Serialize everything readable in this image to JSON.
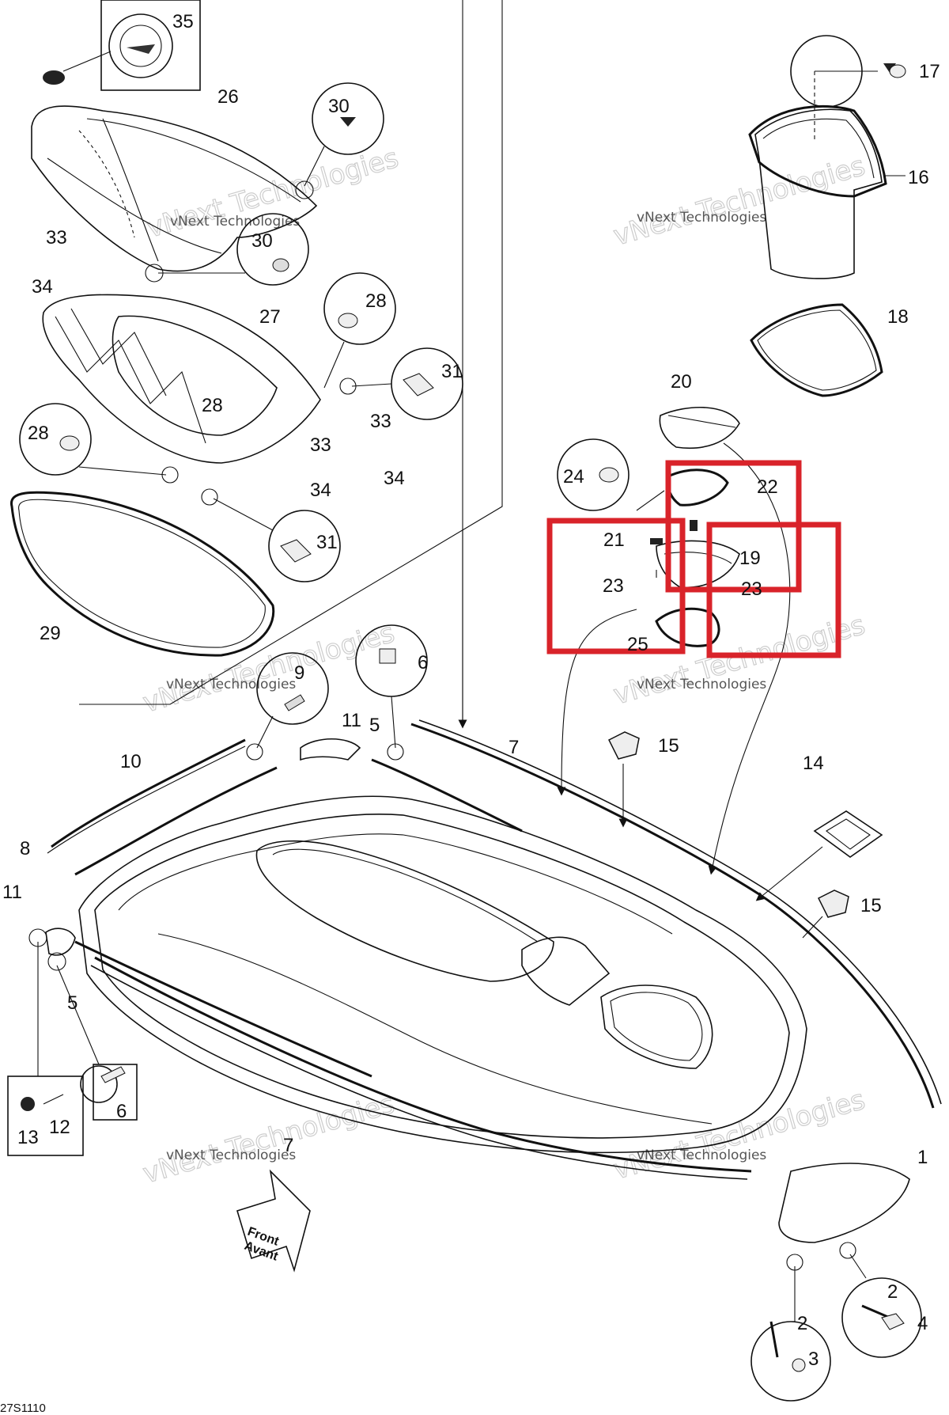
{
  "diagram_code": "27S1110",
  "watermark_text": "vNext Technologies",
  "front_arrow": {
    "line1": "Front",
    "line2": "Avant"
  },
  "highlight_color": "#d9232a",
  "callouts": {
    "n1": "1",
    "n2a": "2",
    "n2b": "2",
    "n3": "3",
    "n4": "4",
    "n5a": "5",
    "n5b": "5",
    "n6a": "6",
    "n6b": "6",
    "n7a": "7",
    "n7b": "7",
    "n8": "8",
    "n9": "9",
    "n10": "10",
    "n11a": "11",
    "n11b": "11",
    "n12": "12",
    "n13": "13",
    "n14": "14",
    "n15a": "15",
    "n15b": "15",
    "n16": "16",
    "n17": "17",
    "n18": "18",
    "n19": "19",
    "n20": "20",
    "n21": "21",
    "n22": "22",
    "n23a": "23",
    "n23b": "23",
    "n24": "24",
    "n25": "25",
    "n26": "26",
    "n27": "27",
    "n28a": "28",
    "n28b": "28",
    "n28c": "28",
    "n29": "29",
    "n30a": "30",
    "n30b": "30",
    "n31a": "31",
    "n31b": "31",
    "n33a": "33",
    "n33b": "33",
    "n33c": "33",
    "n34a": "34",
    "n34b": "34",
    "n34c": "34",
    "n35": "35"
  }
}
